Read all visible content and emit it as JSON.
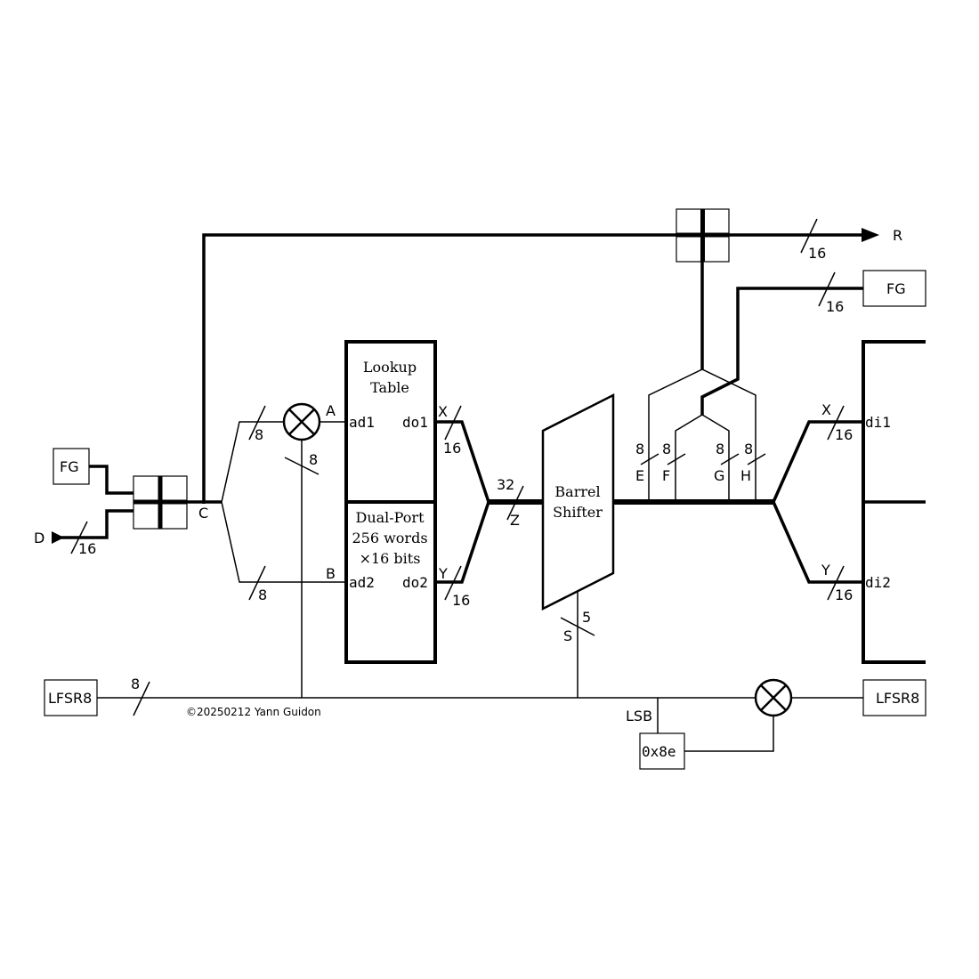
{
  "diagram": {
    "blocks": {
      "fg_left": "FG",
      "fg_right": "FG",
      "lfsr_left": "LFSR8",
      "lfsr_right": "LFSR8",
      "constant": "0x8e",
      "lut_line1": "Lookup",
      "lut_line2": "Table",
      "dp_line1": "Dual-Port",
      "dp_line2": "256 words",
      "dp_line3": "×16 bits",
      "shifter_line1": "Barrel",
      "shifter_line2": "Shifter"
    },
    "ports": {
      "ad1": "ad1",
      "ad2": "ad2",
      "do1": "do1",
      "do2": "do2",
      "di1": "di1",
      "di2": "di2"
    },
    "signals": {
      "D": "D",
      "C": "C",
      "A": "A",
      "B": "B",
      "X": "X",
      "Y": "Y",
      "Z": "Z",
      "S": "S",
      "R": "R",
      "E": "E",
      "F": "F",
      "G": "G",
      "H": "H",
      "X2": "X",
      "Y2": "Y",
      "LSB": "LSB"
    },
    "widths": {
      "d": "16",
      "top_c": "8",
      "bot_c": "8",
      "xor_down": "8",
      "x": "16",
      "y": "16",
      "z": "32",
      "s": "5",
      "r": "16",
      "fg_r": "16",
      "e": "8",
      "f": "8",
      "g": "8",
      "h": "8",
      "x2": "16",
      "y2": "16",
      "lfsr": "8"
    },
    "copyright": "©20250212 Yann Guidon"
  }
}
